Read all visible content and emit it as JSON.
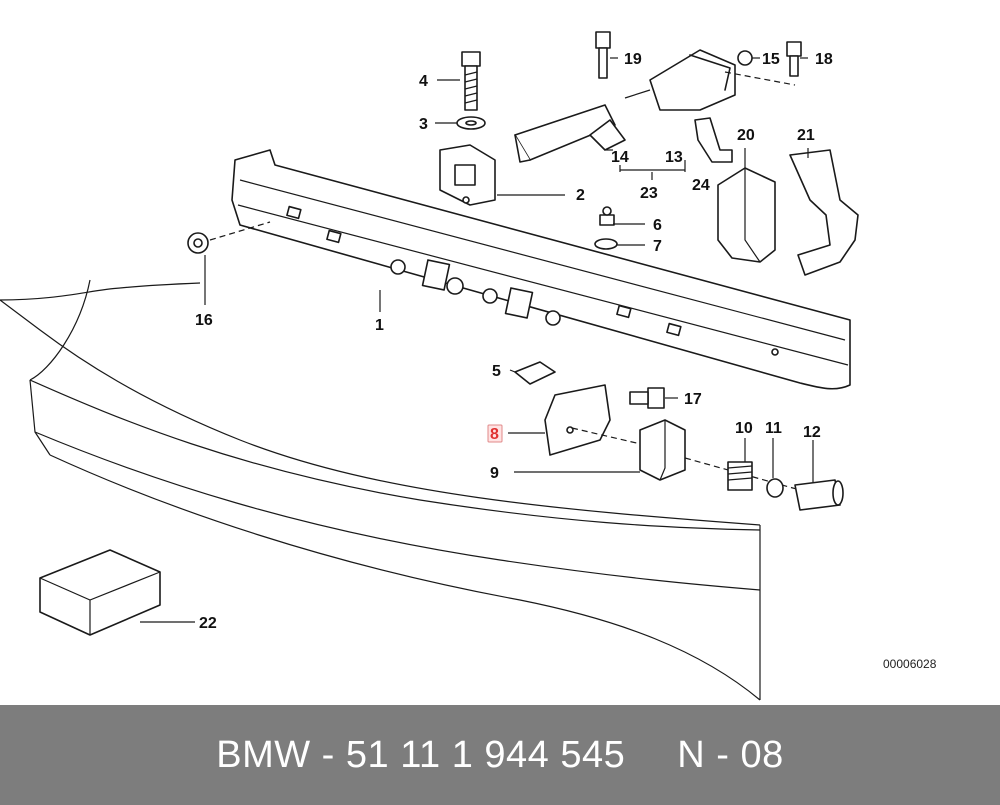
{
  "diagram": {
    "drawing_id": "00006028",
    "callouts": {
      "c1": "1",
      "c2": "2",
      "c3": "3",
      "c4": "4",
      "c5": "5",
      "c6": "6",
      "c7": "7",
      "c8": "8",
      "c9": "9",
      "c10": "10",
      "c11": "11",
      "c12": "12",
      "c13": "13",
      "c14": "14",
      "c15": "15",
      "c16": "16",
      "c17": "17",
      "c18": "18",
      "c19": "19",
      "c20": "20",
      "c21": "21",
      "c22": "22",
      "c23": "23",
      "c24": "24"
    },
    "highlighted_callout": "8",
    "highlight_color": "#e03030"
  },
  "footer": {
    "part_number": "BMW - 51 11 1 944 545",
    "position": "N - 08",
    "background": "#7d7d7d"
  }
}
